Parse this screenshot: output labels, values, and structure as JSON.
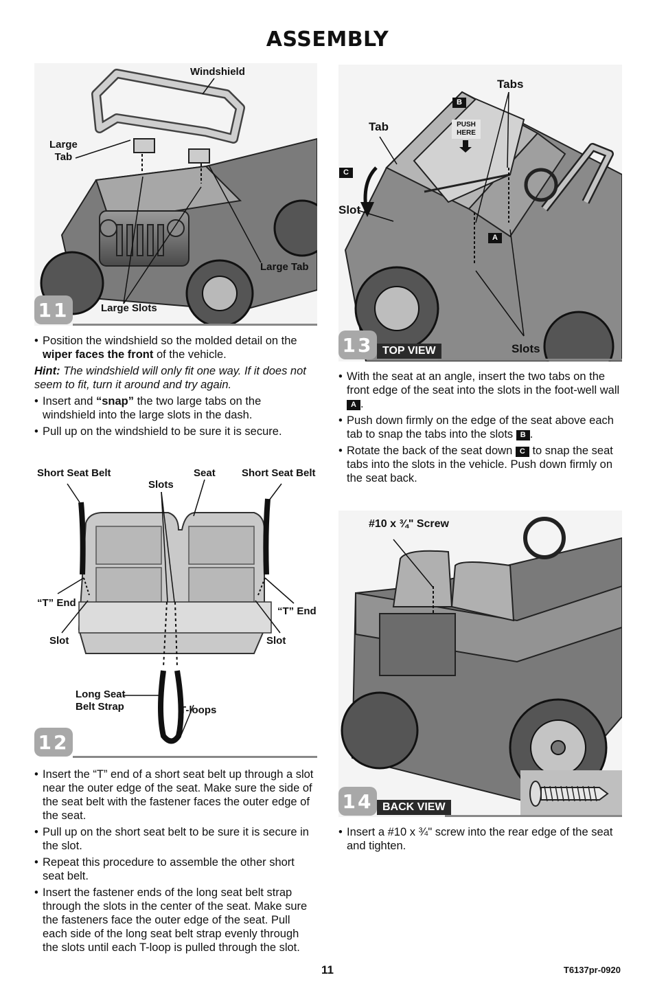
{
  "page": {
    "title": "ASSEMBLY",
    "page_number": "11",
    "doc_code": "T6137pr-0920"
  },
  "step11": {
    "badge": "11",
    "labels": {
      "windshield": "Windshield",
      "large_tab_left": "Large\nTab",
      "large_tab_right": "Large Tab",
      "large_slots": "Large Slots"
    },
    "bullet1_a": "Position the windshield so the molded detail on the ",
    "bullet1_bold": "wiper faces the front",
    "bullet1_b": " of the vehicle.",
    "hint_label": "Hint:",
    "hint_text": " The windshield will only fit one way. If it does not seem to fit, turn it around and try again.",
    "bullet2_a": "Insert and ",
    "bullet2_bold": "“snap”",
    "bullet2_b": " the two large tabs on the windshield into the large slots in the dash.",
    "bullet3": "Pull up on the windshield to be sure it is secure."
  },
  "step12": {
    "badge": "12",
    "labels": {
      "short_seat_belt_left": "Short Seat Belt",
      "seat": "Seat",
      "short_seat_belt_right": "Short Seat Belt",
      "slots": "Slots",
      "t_end_left": "“T” End",
      "t_end_right": "“T” End",
      "slot_left": "Slot",
      "slot_right": "Slot",
      "long_seat_belt_strap": "Long Seat\nBelt Strap",
      "t_loops": "T-loops"
    },
    "bullets": [
      "Insert the “T” end of a short seat belt up through a slot near the outer edge of the seat. Make sure the side of the seat belt with the fastener faces the outer edge of the seat.",
      "Pull up on the short seat belt to be sure it is secure in the slot.",
      "Repeat this procedure to assemble the other short seat belt.",
      "Insert the fastener ends of the long seat belt strap through the slots in the center of the seat. Make sure the fasteners face the outer edge of the seat. Pull each side of the long seat belt strap evenly through the slots until each T-loop is pulled through the slot."
    ]
  },
  "step13": {
    "badge": "13",
    "view_tag": "TOP VIEW",
    "labels": {
      "tabs": "Tabs",
      "tab": "Tab",
      "slot": "Slot",
      "slots": "Slots",
      "push_here": "PUSH\nHERE",
      "key_a": "A",
      "key_b": "B",
      "key_c": "C"
    },
    "bullet1": "With the seat at an angle, insert the two tabs on the front edge of the seat into the slots in the foot-well wall",
    "bullet1_end": ".",
    "bullet2": "Push down firmly on the edge of the seat above each tab to snap the tabs into the slots",
    "bullet2_end": ".",
    "bullet3_a": "Rotate the back of the seat down",
    "bullet3_b": "to snap the seat tabs into the slots in the vehicle. Push down firmly on the seat back."
  },
  "step14": {
    "badge": "14",
    "view_tag": "BACK VIEW",
    "labels": {
      "screw": "#10 x ¾\" Screw"
    },
    "bullet1": "Insert a #10 x ¾\" screw into the rear edge of the seat and tighten."
  }
}
